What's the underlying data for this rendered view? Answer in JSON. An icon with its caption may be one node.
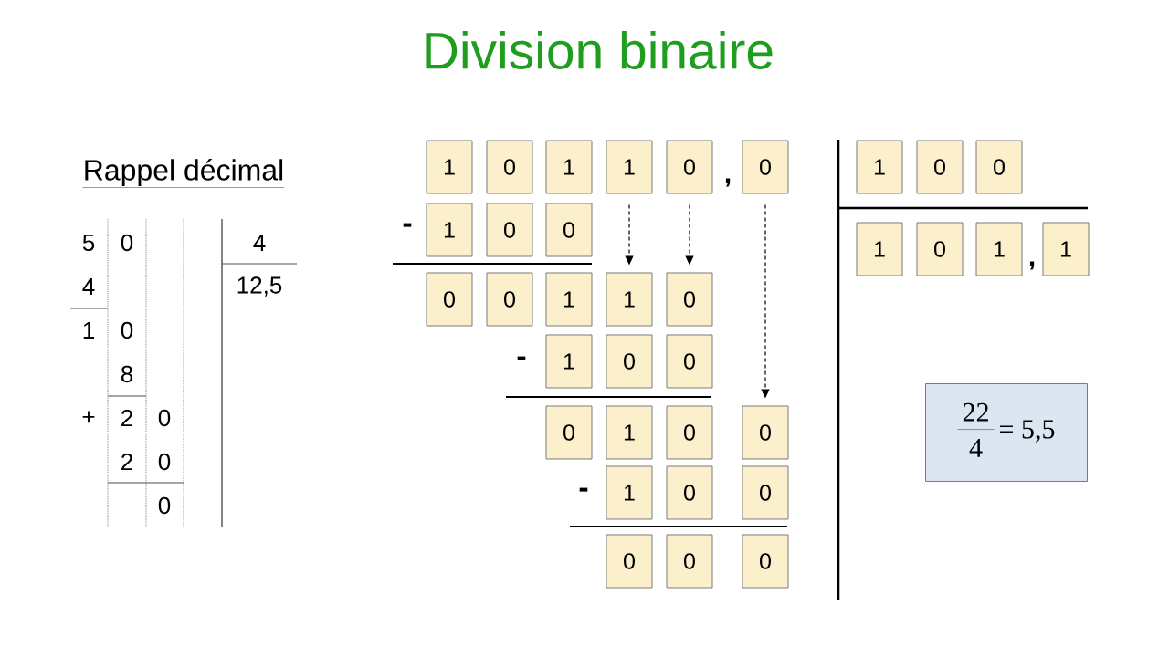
{
  "diagram": {
    "title": "Division binaire",
    "nodes": [
      {
        "text": [
          "1"
        ]
      },
      {
        "text": [
          "0"
        ]
      },
      {
        "text": [
          "1"
        ]
      },
      {
        "text": [
          "1"
        ]
      },
      {
        "text": [
          "0"
        ]
      },
      {
        "text": [
          "0"
        ]
      },
      {
        "text": [
          "1"
        ]
      },
      {
        "text": [
          "0"
        ]
      },
      {
        "text": [
          "0"
        ]
      },
      {
        "text": [
          "0"
        ]
      },
      {
        "text": [
          "0"
        ]
      },
      {
        "text": [
          "1"
        ]
      },
      {
        "text": [
          "1"
        ]
      },
      {
        "text": [
          "0"
        ]
      },
      {
        "text": [
          "1"
        ]
      },
      {
        "text": [
          "0"
        ]
      },
      {
        "text": [
          "0"
        ]
      },
      {
        "text": [
          "0"
        ]
      },
      {
        "text": [
          "1"
        ]
      },
      {
        "text": [
          "0"
        ]
      },
      {
        "text": [
          "0"
        ]
      },
      {
        "text": [
          "1"
        ]
      },
      {
        "text": [
          "0"
        ]
      },
      {
        "text": [
          "0"
        ]
      },
      {
        "text": [
          "0"
        ]
      },
      {
        "text": [
          "0"
        ]
      },
      {
        "text": [
          "0"
        ]
      },
      {
        "text": [
          "1"
        ]
      },
      {
        "text": [
          "0"
        ]
      },
      {
        "text": [
          "0"
        ]
      },
      {
        "text": [
          "1"
        ]
      },
      {
        "text": [
          "0"
        ]
      },
      {
        "text": [
          "1"
        ]
      },
      {
        "text": [
          "1"
        ]
      },
      {
        "text": [
          "22",
          "4",
          "= 5,5"
        ]
      }
    ],
    "edges": [
      {
        "from": 3,
        "to": 12,
        "arrow": "to",
        "style": "dashed"
      },
      {
        "from": 4,
        "to": 13,
        "arrow": "to",
        "style": "dashed"
      },
      {
        "from": 5,
        "to": 20,
        "arrow": "to",
        "style": "dashed"
      }
    ],
    "labels": [
      "Rappel décimal",
      "5",
      "0",
      "4",
      "4",
      "12,5",
      "1",
      "0",
      "8",
      "+",
      "2",
      "0",
      "2",
      "0",
      "0",
      ",",
      "-",
      "-",
      "-",
      ","
    ]
  }
}
